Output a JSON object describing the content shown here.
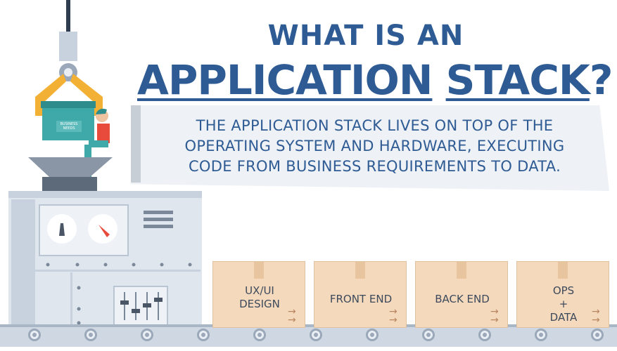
{
  "title": {
    "line1": "WHAT IS AN",
    "line2_word1": "APPLICATION",
    "line2_word2": "STACK",
    "line2_punct": "?"
  },
  "subtitle": {
    "line1": "THE APPLICATION STACK LIVES ON TOP OF THE",
    "line2": "OPERATING SYSTEM AND HARDWARE, EXECUTING",
    "line3": "CODE FROM BUSINESS REQUIREMENTS TO DATA."
  },
  "crate_label": "BUSINESS NEEDS",
  "boxes": [
    {
      "line1": "UX/UI",
      "line2": "DESIGN"
    },
    {
      "line1": "FRONT END"
    },
    {
      "line1": "BACK END"
    },
    {
      "line1": "OPS",
      "line2": "+",
      "line3": "DATA"
    }
  ],
  "colors": {
    "title": "#2e5b94",
    "banner": "#eef1f5",
    "box": "#f4d9bd",
    "machine": "#dfe6ee",
    "crate": "#3fa8a8",
    "claw": "#f2b134"
  }
}
